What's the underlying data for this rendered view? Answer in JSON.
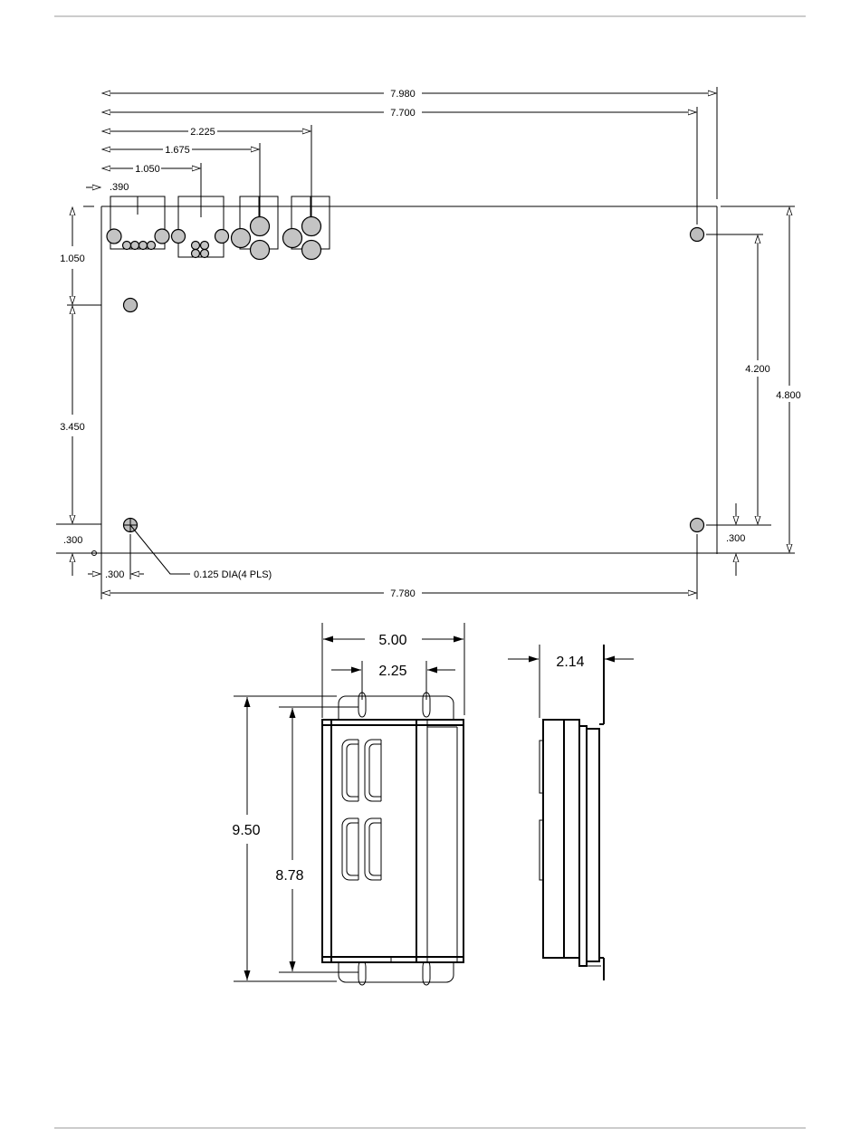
{
  "board": {
    "dims": {
      "overall_width": "7.980",
      "hole_span_top": "7.700",
      "conn3_offset": "2.225",
      "conn2_offset": "1.675",
      "conn1_offset": "1.050",
      "conn0_offset": ".390",
      "left_top": "1.050",
      "left_span": "3.450",
      "left_bottom": ".300",
      "right_span": "4.200",
      "overall_height": "4.800",
      "right_bottom": ".300",
      "bottom_offset": ".300",
      "bottom_span": "7.780"
    },
    "hole_note": "0.125 DIA(4 PLS)"
  },
  "enclosure": {
    "width": "5.00",
    "slot_span": "2.25",
    "overall_height": "9.50",
    "mount_height": "8.78",
    "depth": "2.14"
  }
}
